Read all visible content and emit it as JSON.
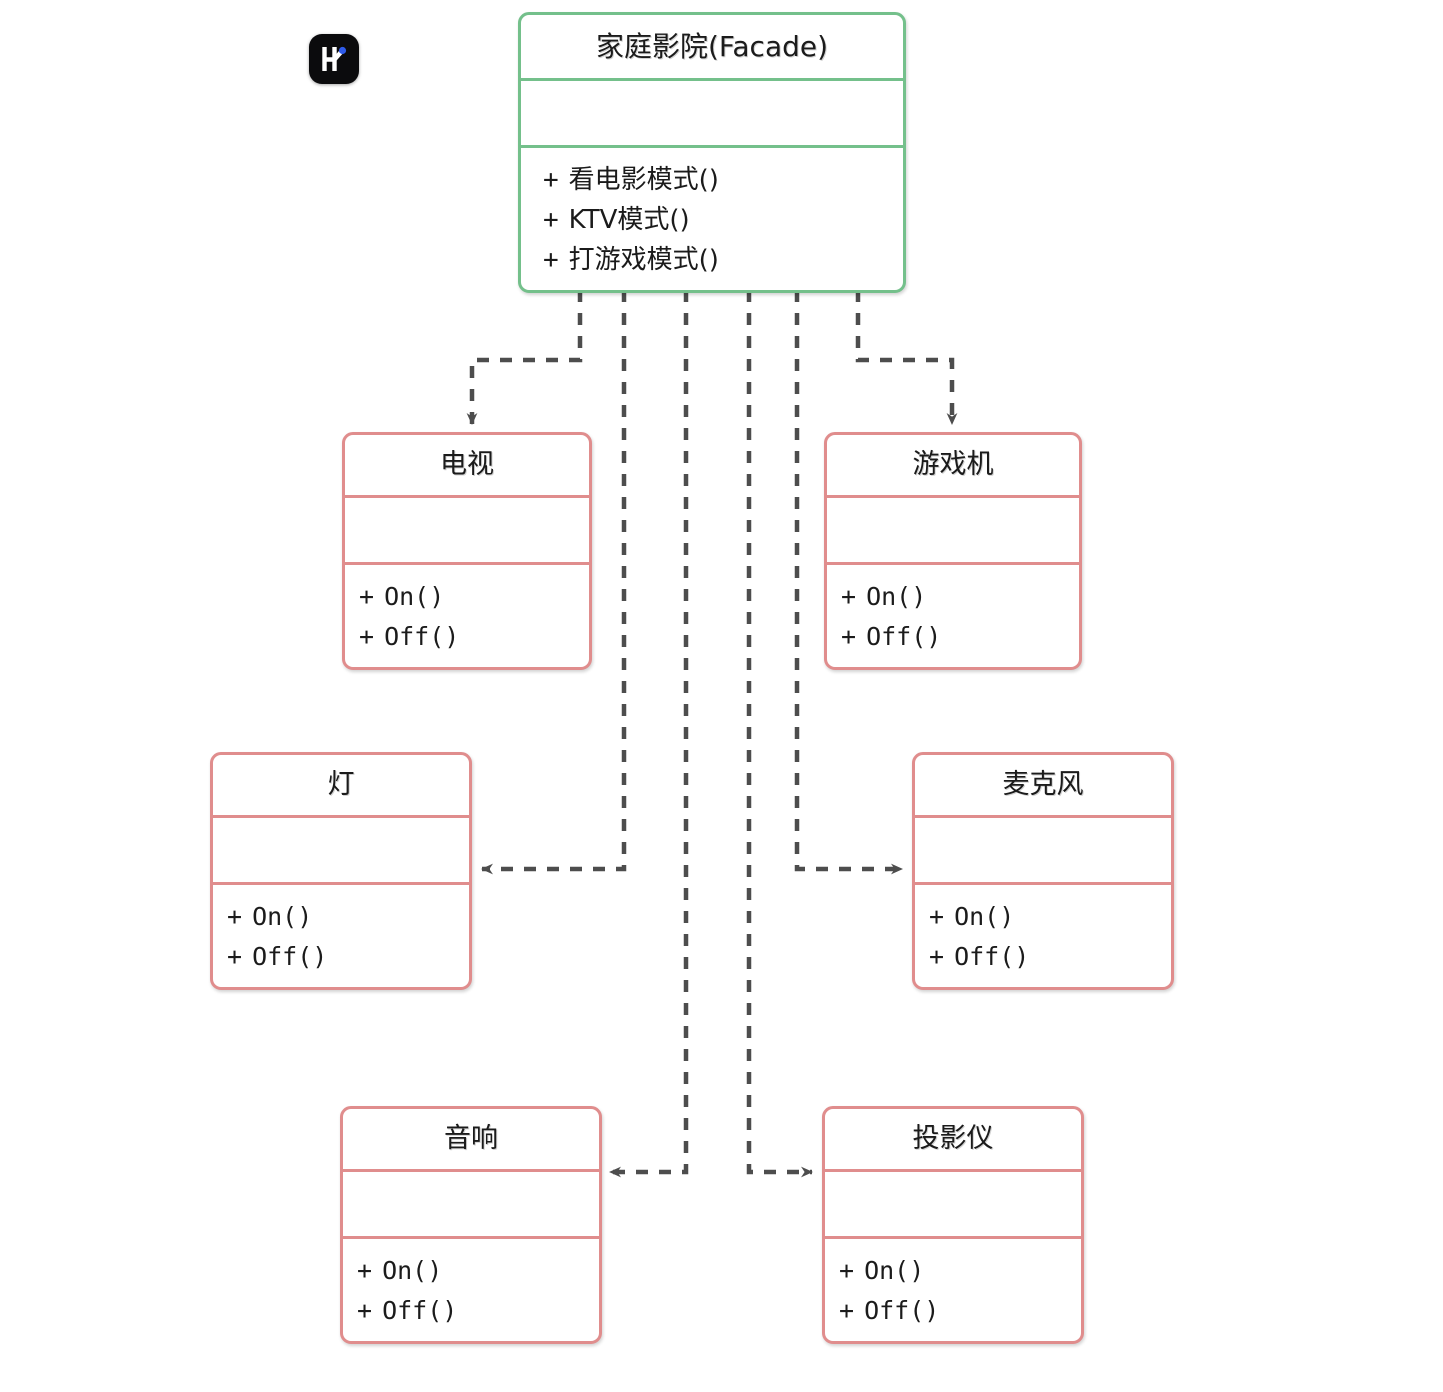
{
  "diagram": {
    "kind": "uml-class-diagram",
    "title_glyph": "facade-pattern-home-theater",
    "colors": {
      "facade_border": "#74c08b",
      "subsystem_border": "#e08d8d",
      "edge": "#4d4d4d",
      "background": "#ffffff",
      "logo_background": "#0b0b0d",
      "logo_dot": "#2f5bea"
    },
    "logo": {
      "letter": "K",
      "dot": "•"
    },
    "classes": [
      {
        "id": "facade",
        "name": "家庭影院(Facade)",
        "attributes": [],
        "operations": [
          {
            "visibility": "+",
            "signature": "看电影模式()"
          },
          {
            "visibility": "+",
            "signature": "KTV模式()"
          },
          {
            "visibility": "+",
            "signature": "打游戏模式()"
          }
        ]
      },
      {
        "id": "tv",
        "name": "电视",
        "attributes": [],
        "operations": [
          {
            "visibility": "+",
            "signature": "On()"
          },
          {
            "visibility": "+",
            "signature": "Off()"
          }
        ]
      },
      {
        "id": "console",
        "name": "游戏机",
        "attributes": [],
        "operations": [
          {
            "visibility": "+",
            "signature": "On()"
          },
          {
            "visibility": "+",
            "signature": "Off()"
          }
        ]
      },
      {
        "id": "light",
        "name": "灯",
        "attributes": [],
        "operations": [
          {
            "visibility": "+",
            "signature": "On()"
          },
          {
            "visibility": "+",
            "signature": "Off()"
          }
        ]
      },
      {
        "id": "microphone",
        "name": "麦克风",
        "attributes": [],
        "operations": [
          {
            "visibility": "+",
            "signature": "On()"
          },
          {
            "visibility": "+",
            "signature": "Off()"
          }
        ]
      },
      {
        "id": "speaker",
        "name": "音响",
        "attributes": [],
        "operations": [
          {
            "visibility": "+",
            "signature": "On()"
          },
          {
            "visibility": "+",
            "signature": "Off()"
          }
        ]
      },
      {
        "id": "projector",
        "name": "投影仪",
        "attributes": [],
        "operations": [
          {
            "visibility": "+",
            "signature": "On()"
          },
          {
            "visibility": "+",
            "signature": "Off()"
          }
        ]
      }
    ],
    "edges": [
      {
        "from": "facade",
        "to": "tv",
        "style": "dashed",
        "arrow": "open"
      },
      {
        "from": "facade",
        "to": "light",
        "style": "dashed",
        "arrow": "open"
      },
      {
        "from": "facade",
        "to": "speaker",
        "style": "dashed",
        "arrow": "open"
      },
      {
        "from": "facade",
        "to": "projector",
        "style": "dashed",
        "arrow": "open"
      },
      {
        "from": "facade",
        "to": "microphone",
        "style": "dashed",
        "arrow": "open"
      },
      {
        "from": "facade",
        "to": "console",
        "style": "dashed",
        "arrow": "open"
      }
    ]
  }
}
